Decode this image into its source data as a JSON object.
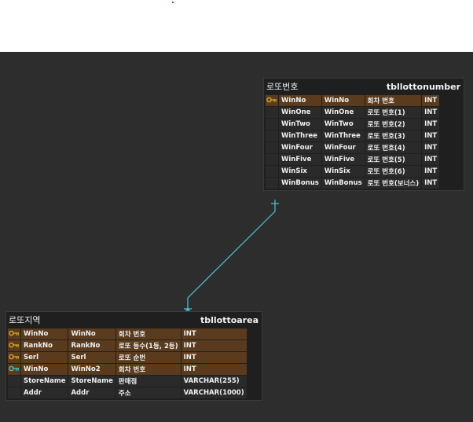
{
  "entities": [
    {
      "logical_name": "로또번호",
      "physical_name": "tbllottonumber",
      "columns": [
        {
          "key": "pk",
          "logical": "WinNo",
          "physical": "WinNo",
          "comment": "회차 번호",
          "type": "INT"
        },
        {
          "key": "",
          "logical": "WinOne",
          "physical": "WinOne",
          "comment": "로또 번호(1)",
          "type": "INT"
        },
        {
          "key": "",
          "logical": "WinTwo",
          "physical": "WinTwo",
          "comment": "로또 번호(2)",
          "type": "INT"
        },
        {
          "key": "",
          "logical": "WinThree",
          "physical": "WinThree",
          "comment": "로또 번호(3)",
          "type": "INT"
        },
        {
          "key": "",
          "logical": "WinFour",
          "physical": "WinFour",
          "comment": "로또 번호(4)",
          "type": "INT"
        },
        {
          "key": "",
          "logical": "WinFive",
          "physical": "WinFive",
          "comment": "로또 번호(5)",
          "type": "INT"
        },
        {
          "key": "",
          "logical": "WinSix",
          "physical": "WinSix",
          "comment": "로또 번호(6)",
          "type": "INT"
        },
        {
          "key": "",
          "logical": "WinBonus",
          "physical": "WinBonus",
          "comment": "로또 번호(보너스)",
          "type": "INT"
        }
      ]
    },
    {
      "logical_name": "로또지역",
      "physical_name": "tbllottoarea",
      "columns": [
        {
          "key": "pk",
          "logical": "WinNo",
          "physical": "WinNo",
          "comment": "회차 번호",
          "type": "INT"
        },
        {
          "key": "pk",
          "logical": "RankNo",
          "physical": "RankNo",
          "comment": "로또 등수(1등, 2등)",
          "type": "INT"
        },
        {
          "key": "pk",
          "logical": "Serl",
          "physical": "Serl",
          "comment": "로또 순번",
          "type": "INT"
        },
        {
          "key": "fk",
          "logical": "WinNo",
          "physical": "WinNo2",
          "comment": "회차 번호",
          "type": "INT"
        },
        {
          "key": "",
          "logical": "StoreName",
          "physical": "StoreName",
          "comment": "판매점",
          "type": "VARCHAR(255)"
        },
        {
          "key": "",
          "logical": "Addr",
          "physical": "Addr",
          "comment": "주소",
          "type": "VARCHAR(1000)"
        }
      ]
    }
  ],
  "colors": {
    "canvas": "#2d2d2d",
    "entity_bg": "#1f1f1f",
    "pk_row": "#5a3b1e",
    "row": "#2a2a2a",
    "pk_icon": "#d4a52a",
    "fk_icon": "#3fc6c6",
    "relationship_line": "#4fc3d9"
  },
  "icons": {
    "primary_key": "key-icon",
    "foreign_key": "key-icon"
  }
}
